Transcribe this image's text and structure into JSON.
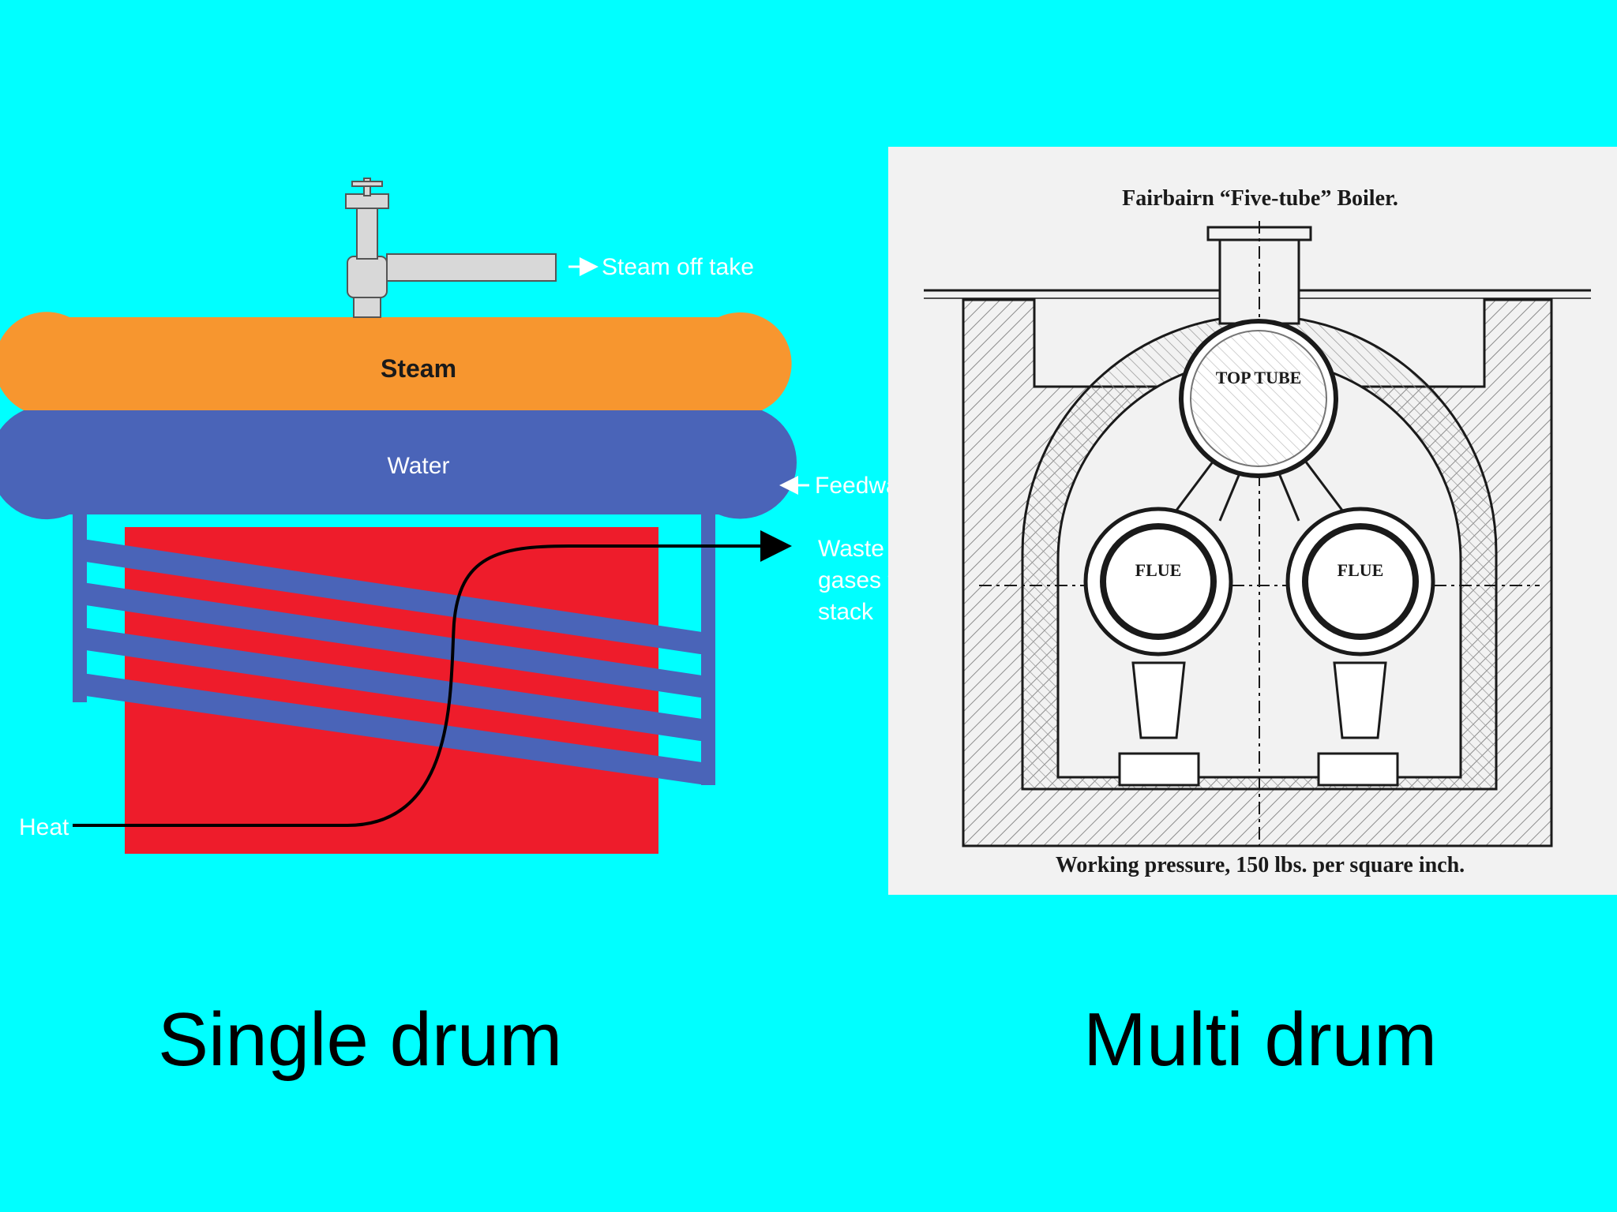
{
  "colors": {
    "background": "#00ffff",
    "steam": "#f7962f",
    "water": "#4a64b8",
    "furnace": "#ee1c2b",
    "tubes": "#4a64b8",
    "plate_paper": "#f2f2f2",
    "ink": "#1a1a1a"
  },
  "single_drum": {
    "caption": "Single drum",
    "labels": {
      "steam_off_take": "Steam off take",
      "steam": "Steam",
      "water": "Water",
      "feedwater": "Feedwate",
      "waste_line1": "Waste",
      "waste_line2": "gases to",
      "waste_line3": "stack",
      "heat": "Heat"
    }
  },
  "multi_drum": {
    "caption": "Multi drum",
    "plate_title": "Fairbairn “Five-tube” Boiler.",
    "top_tube_label": "TOP TUBE",
    "flue_label_left": "FLUE",
    "flue_label_right": "FLUE",
    "footer": "Working pressure, 150 lbs. per square inch."
  }
}
